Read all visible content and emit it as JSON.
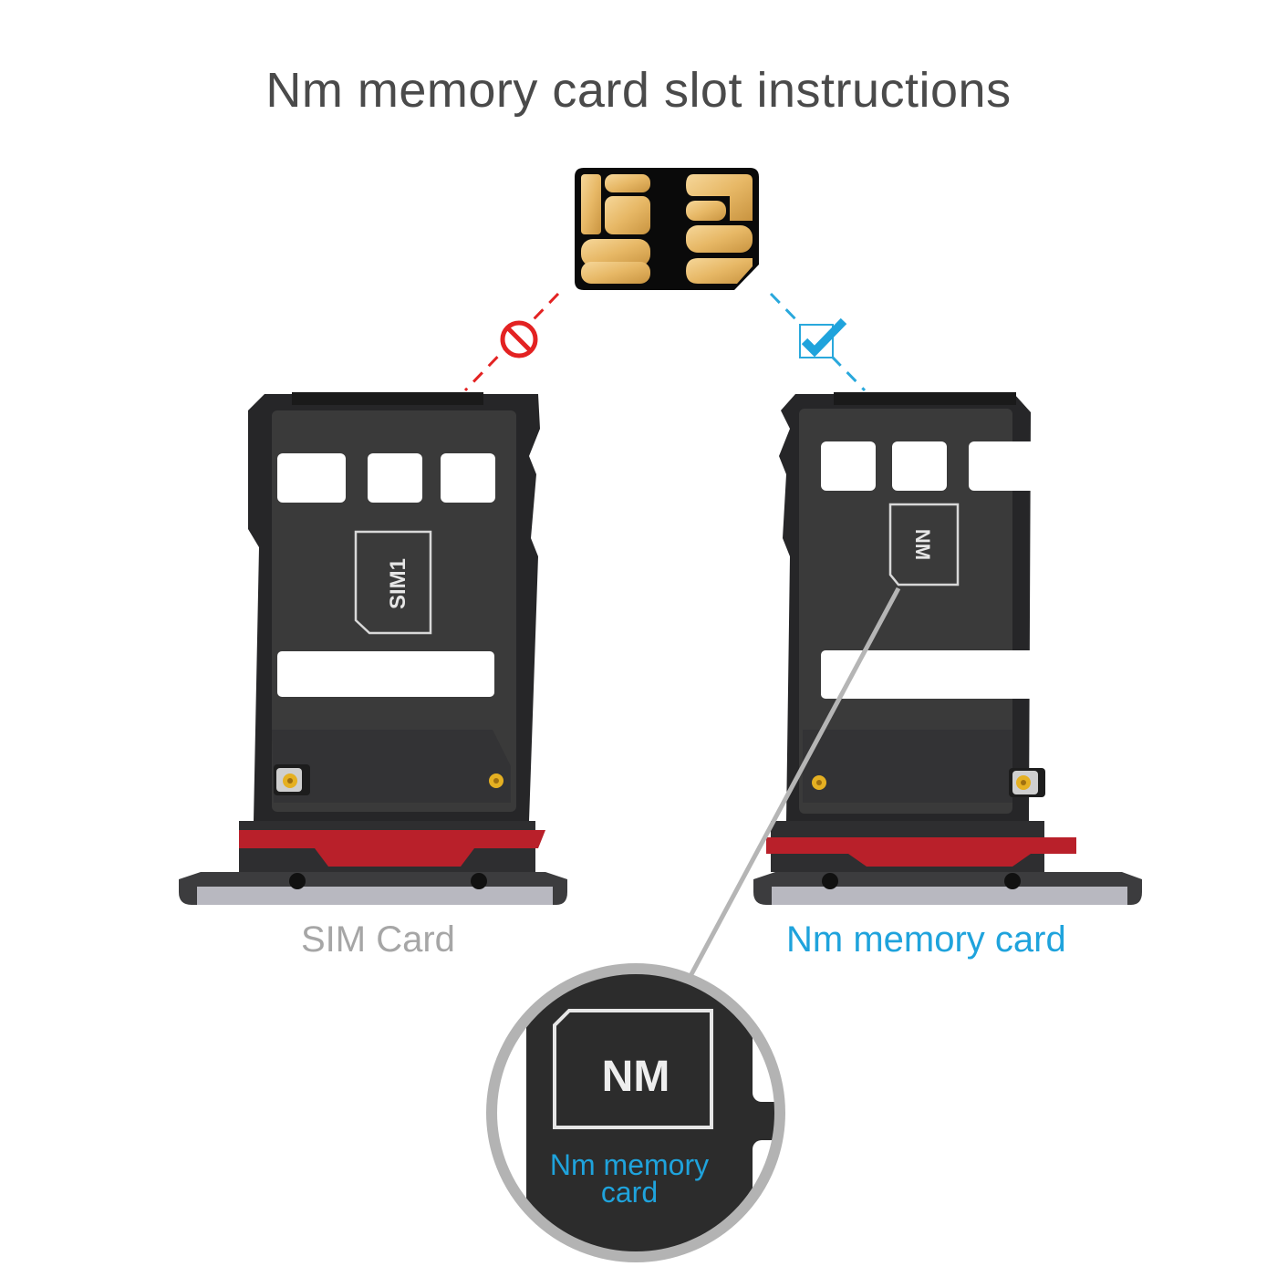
{
  "title": "Nm memory card slot instructions",
  "nm_card": {
    "description": "Nano memory card with gold contacts"
  },
  "indicators": {
    "left": {
      "icon": "prohibited-icon",
      "color": "#e32222",
      "meaning": "not allowed"
    },
    "right": {
      "icon": "checkbox-checked-icon",
      "color": "#1fa3dc",
      "meaning": "allowed"
    }
  },
  "trays": {
    "left": {
      "slot_text": "SIM1",
      "caption": "SIM Card",
      "caption_color": "#a6a6a6"
    },
    "right": {
      "slot_text": "NM",
      "caption": "Nm memory card",
      "caption_color": "#1fa3dc"
    }
  },
  "magnifier": {
    "slot_text": "NM",
    "caption_line1": "Nm memory",
    "caption_line2": "card"
  }
}
